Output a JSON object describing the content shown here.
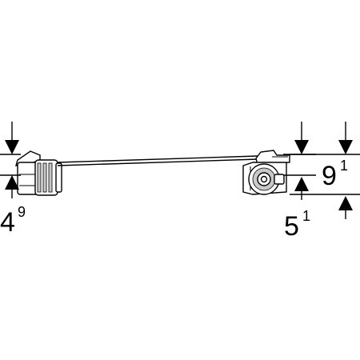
{
  "dimensions": {
    "left_offset": {
      "main": "4",
      "sup": "9"
    },
    "right_offset": {
      "main": "5",
      "sup": "1"
    },
    "right_height": {
      "main": "9",
      "sup": "1"
    }
  },
  "colors": {
    "line": "#000000",
    "shading": "#c8c8c8",
    "background": "#ffffff"
  }
}
